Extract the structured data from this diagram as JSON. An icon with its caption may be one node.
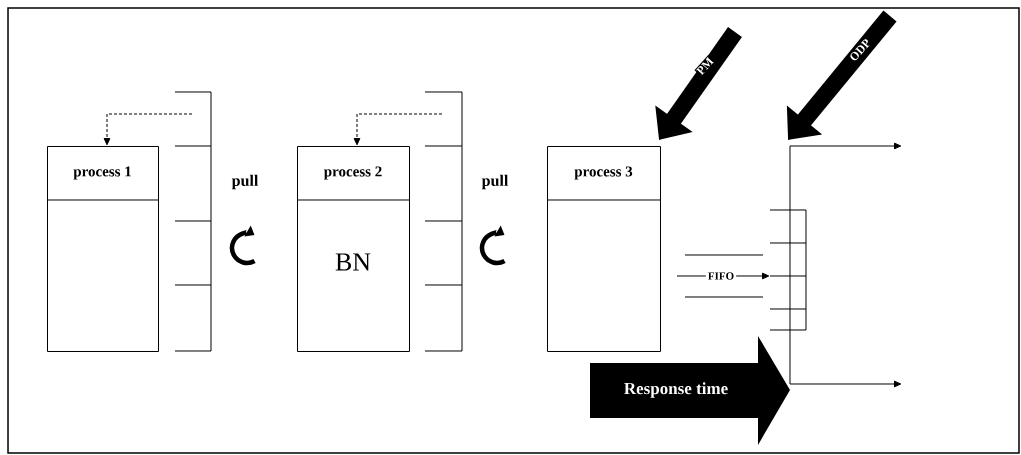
{
  "diagram": {
    "nodes": [
      {
        "text": [
          "process 1"
        ]
      },
      {
        "text": [],
        "shape": "box"
      },
      {
        "text": [
          "process 2",
          "BN"
        ]
      },
      {
        "text": [],
        "shape": "box"
      },
      {
        "text": [
          "process 3"
        ]
      },
      {
        "text": [],
        "shape": "box"
      },
      {
        "text": [],
        "shape": "bar"
      }
    ],
    "edges": [
      {
        "from": 1,
        "to": 0,
        "arrow": "to",
        "style": "dashed"
      },
      {
        "from": 3,
        "to": 2,
        "arrow": "to",
        "style": "dashed"
      },
      {
        "from": null,
        "to": 4,
        "arrow": "to",
        "label": "PM",
        "style": "thick"
      },
      {
        "from": null,
        "to": 6,
        "arrow": "to",
        "label": "ODP",
        "style": "thick"
      },
      {
        "from": null,
        "to": 5,
        "arrow": "to",
        "label": "FIFO"
      },
      {
        "from": 6,
        "to": null,
        "arrow": "to"
      },
      {
        "from": 6,
        "to": null,
        "arrow": "to"
      }
    ],
    "labels": [
      "pull",
      "pull",
      "Response time"
    ]
  }
}
